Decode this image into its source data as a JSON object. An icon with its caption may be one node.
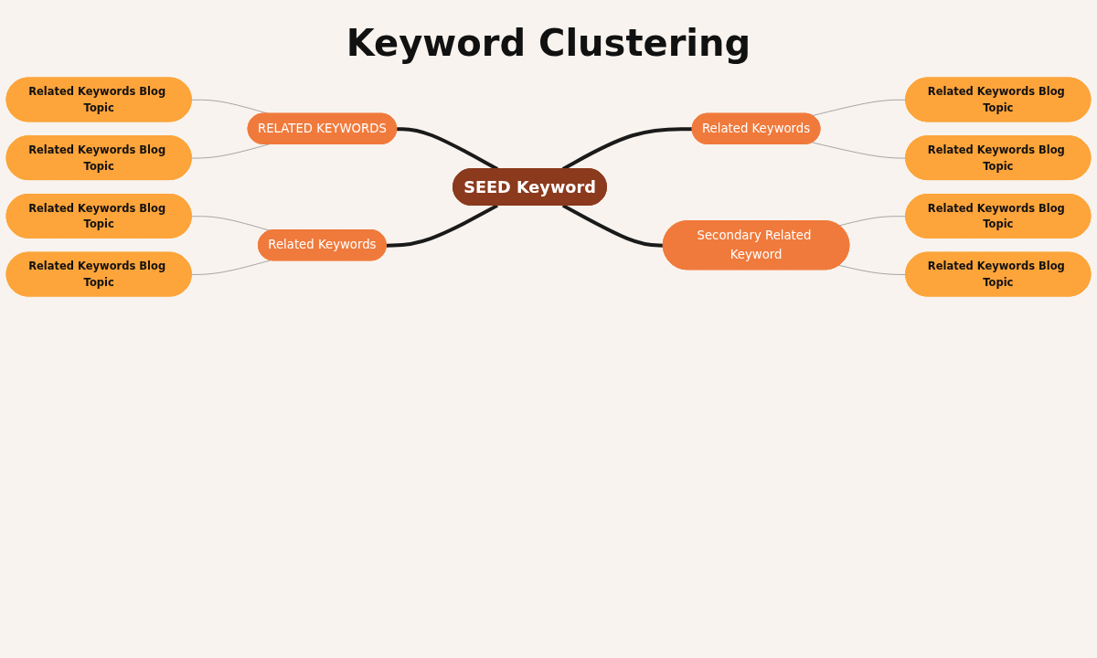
{
  "diagram": {
    "title": "Keyword Clustering",
    "nodes": [
      {
        "text": [
          "SEED Keyword"
        ]
      },
      {
        "text": [
          "RELATED KEYWORDS"
        ]
      },
      {
        "text": [
          "Related Keywords"
        ]
      },
      {
        "text": [
          "Related Keywords"
        ]
      },
      {
        "text": [
          "Secondary Related Keyword"
        ]
      },
      {
        "text": [
          "Related Keywords Blog Topic"
        ]
      },
      {
        "text": [
          "Related Keywords Blog Topic"
        ]
      },
      {
        "text": [
          "Related Keywords Blog Topic"
        ]
      },
      {
        "text": [
          "Related Keywords Blog Topic"
        ]
      },
      {
        "text": [
          "Related Keywords Blog Topic"
        ]
      },
      {
        "text": [
          "Related Keywords Blog Topic"
        ]
      },
      {
        "text": [
          "Related Keywords Blog Topic"
        ]
      },
      {
        "text": [
          "Related Keywords Blog Topic"
        ]
      }
    ],
    "edges": [
      {
        "from": 5,
        "to": 1,
        "arrow": "none"
      },
      {
        "from": 6,
        "to": 1,
        "arrow": "none"
      },
      {
        "from": 1,
        "to": 0,
        "arrow": "none",
        "style": "thick",
        "color": "#1a1a1a"
      },
      {
        "from": 0,
        "to": 2,
        "arrow": "none",
        "style": "thick",
        "color": "#1a1a1a"
      },
      {
        "from": 2,
        "to": 7,
        "arrow": "none"
      },
      {
        "from": 2,
        "to": 8,
        "arrow": "none"
      },
      {
        "from": 9,
        "to": 3,
        "arrow": "none"
      },
      {
        "from": 10,
        "to": 3,
        "arrow": "none"
      },
      {
        "from": 3,
        "to": 0,
        "arrow": "none",
        "style": "thick",
        "color": "#1a1a1a"
      },
      {
        "from": 0,
        "to": 4,
        "arrow": "none",
        "style": "thick",
        "color": "#1a1a1a"
      },
      {
        "from": 4,
        "to": 11,
        "arrow": "none"
      },
      {
        "from": 4,
        "to": 12,
        "arrow": "none"
      }
    ]
  }
}
